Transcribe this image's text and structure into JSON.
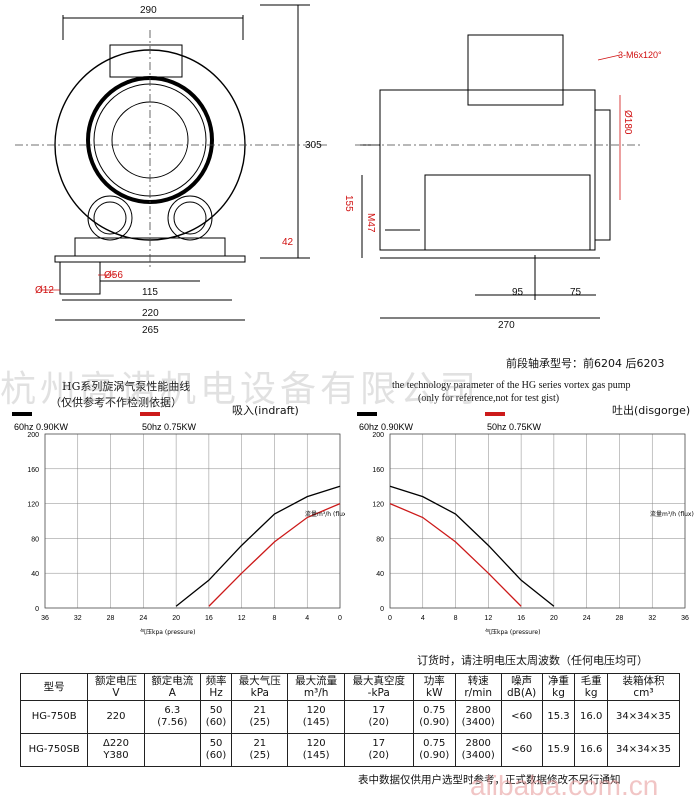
{
  "drawing": {
    "front_dims": {
      "width_top": "290",
      "height": "305",
      "dim_42": "42",
      "dia_12": "Ø12",
      "dia_56": "Ø56",
      "dim_115": "115",
      "dim_220": "220",
      "dim_265": "265"
    },
    "side_dims": {
      "bolts": "3-M6x120°",
      "dia_180": "Ø180",
      "dim_155": "155",
      "m47": "M47",
      "dim_95": "95",
      "dim_75": "75",
      "dim_270": "270"
    },
    "bearing_note": "前段轴承型号：前6204  后6203"
  },
  "charts": {
    "title_cn": "HG系列旋涡气泵性能曲线",
    "subtitle_cn": "（仅供参考不作检测依据）",
    "title_en": "the technology parameter of the HG series vortex gas pump",
    "subtitle_en": "(only for reference,not for test gist)",
    "left_label": "吸入(indraft)",
    "right_label": "吐出(disgorge)"
  },
  "chart_data": [
    {
      "type": "line",
      "title": "吸入(indraft)",
      "xlabel": "气压kpa (pressure)",
      "ylabel": "流量m³/h (flux)",
      "x_ticks": [
        "36",
        "32",
        "28",
        "24",
        "20",
        "16",
        "12",
        "8",
        "4",
        "0"
      ],
      "y_ticks": [
        "200",
        "160",
        "120",
        "80",
        "40",
        "0"
      ],
      "xlim": [
        36,
        0
      ],
      "ylim": [
        0,
        200
      ],
      "series": [
        {
          "name": "60hz  0.90KW",
          "color": "#000000",
          "x": [
            20,
            16,
            12,
            8,
            4,
            0
          ],
          "y": [
            2,
            32,
            72,
            108,
            128,
            140
          ]
        },
        {
          "name": "50hz  0.75KW",
          "color": "#cc1a1a",
          "x": [
            16,
            12,
            8,
            4,
            0
          ],
          "y": [
            2,
            40,
            76,
            104,
            120
          ]
        }
      ]
    },
    {
      "type": "line",
      "title": "吐出(disgorge)",
      "xlabel": "气压kpa (pressure)",
      "ylabel": "流量m³/h (flux)",
      "x_ticks": [
        "0",
        "4",
        "8",
        "12",
        "16",
        "20",
        "24",
        "28",
        "32",
        "36"
      ],
      "y_ticks": [
        "200",
        "160",
        "120",
        "80",
        "40",
        "0"
      ],
      "xlim": [
        0,
        36
      ],
      "ylim": [
        0,
        200
      ],
      "series": [
        {
          "name": "60hz  0.90KW",
          "color": "#000000",
          "x": [
            0,
            4,
            8,
            12,
            16,
            20
          ],
          "y": [
            140,
            128,
            108,
            72,
            32,
            2
          ]
        },
        {
          "name": "50hz  0.75KW",
          "color": "#cc1a1a",
          "x": [
            0,
            4,
            8,
            12,
            16
          ],
          "y": [
            120,
            104,
            76,
            40,
            2
          ]
        }
      ]
    }
  ],
  "order_note": "订货时，请注明电压太周波数（任何电压均可）",
  "table": {
    "headers": [
      {
        "cn": "型号",
        "unit": ""
      },
      {
        "cn": "额定电压",
        "unit": "V"
      },
      {
        "cn": "额定电流",
        "unit": "A"
      },
      {
        "cn": "频率",
        "unit": "Hz"
      },
      {
        "cn": "最大气压",
        "unit": "kPa"
      },
      {
        "cn": "最大流量",
        "unit": "m³/h"
      },
      {
        "cn": "最大真空度",
        "unit": "-kPa"
      },
      {
        "cn": "功率",
        "unit": "kW"
      },
      {
        "cn": "转速",
        "unit": "r/min"
      },
      {
        "cn": "噪声",
        "unit": "dB(A)"
      },
      {
        "cn": "净重",
        "unit": "kg"
      },
      {
        "cn": "毛重",
        "unit": "kg"
      },
      {
        "cn": "装箱体积",
        "unit": "cm³"
      }
    ],
    "rows": [
      [
        "HG-750B",
        "220",
        "6.3\n(7.56)",
        "50\n(60)",
        "21\n(25)",
        "120\n(145)",
        "17\n(20)",
        "0.75\n(0.90)",
        "2800\n(3400)",
        "<60",
        "15.3",
        "16.0",
        "34×34×35"
      ],
      [
        "HG-750SB",
        "Δ220\nY380",
        "",
        "50\n(60)",
        "21\n(25)",
        "120\n(145)",
        "17\n(20)",
        "0.75\n(0.90)",
        "2800\n(3400)",
        "<60",
        "15.9",
        "16.6",
        "34×34×35"
      ]
    ]
  },
  "footer_note": "表中数据仅供用户选型时参考，正式数据修改不另行通知",
  "watermark_cn": "杭州高诺机电设备有限公司",
  "watermark_site": "alibaba.com.cn"
}
